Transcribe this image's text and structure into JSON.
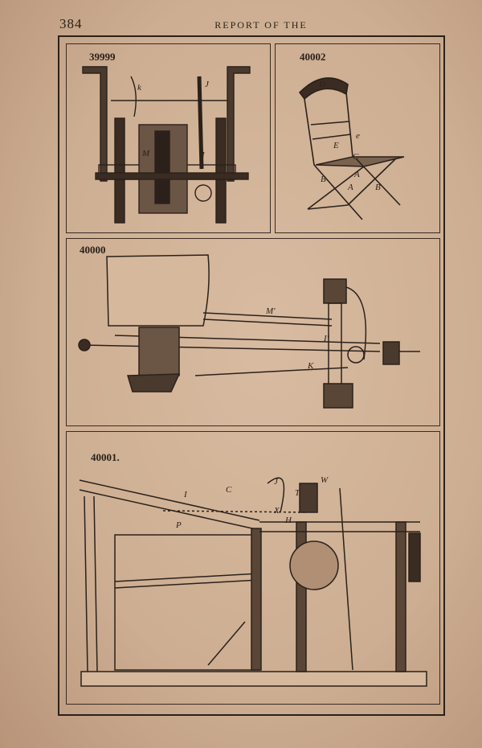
{
  "header": {
    "page_number": "384",
    "running_head": "REPORT OF THE"
  },
  "figures": {
    "fig_39999": {
      "number": "39999",
      "labels": {
        "k": "k",
        "J": "J",
        "M": "M",
        "I": "I"
      }
    },
    "fig_40002": {
      "number": "40002",
      "labels": {
        "D": "D",
        "e": "e",
        "E": "E",
        "C": "C",
        "B1": "B",
        "A1": "A",
        "A2": "A",
        "B2": "B"
      }
    },
    "fig_40000": {
      "number": "40000",
      "labels": {
        "M": "M'",
        "I": "I'",
        "K": "K"
      }
    },
    "fig_40001": {
      "number": "40001.",
      "labels": {
        "J": "J",
        "W": "W",
        "T": "T",
        "C": "C",
        "I": "I",
        "X": "X",
        "H": "H",
        "P": "P"
      }
    }
  },
  "colors": {
    "paper": "#cdae92",
    "ink": "#2b211a"
  }
}
